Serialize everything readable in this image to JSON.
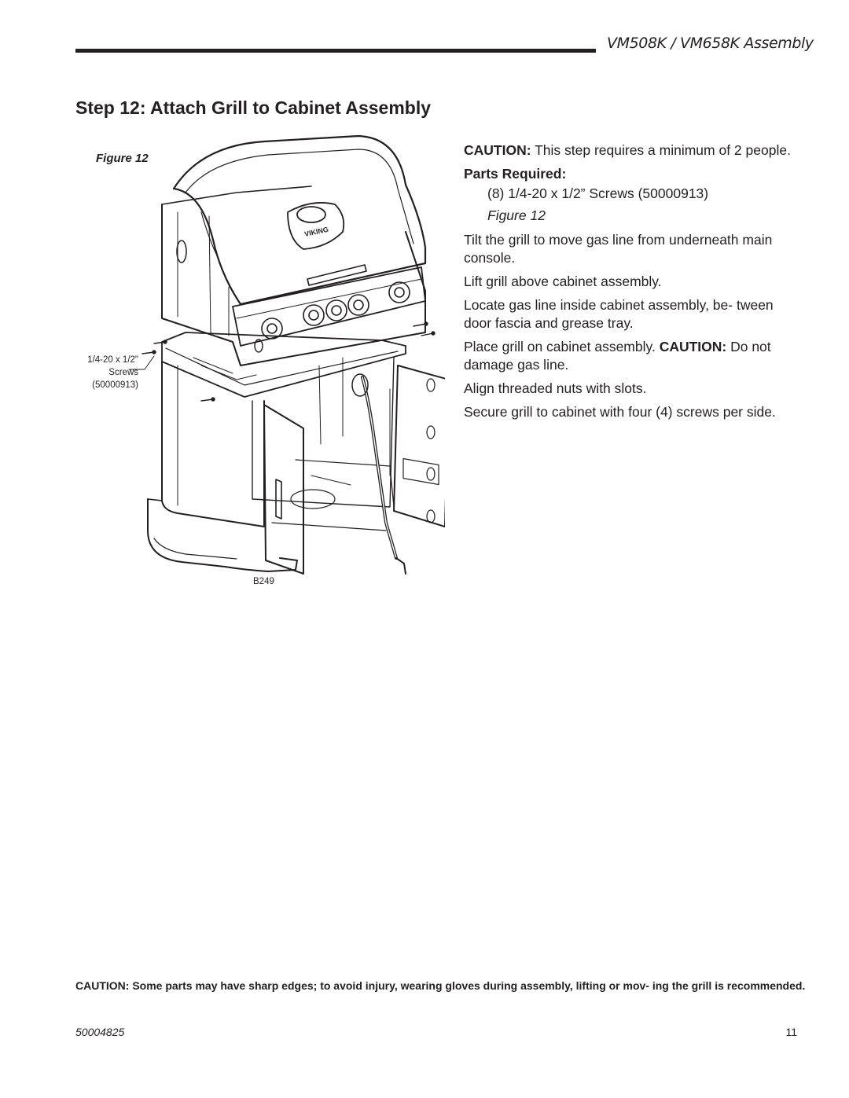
{
  "header": {
    "title": "VM508K / VM658K Assembly"
  },
  "step_title": "Step 12: Attach Grill to Cabinet Assembly",
  "figure": {
    "label": "Figure 12",
    "callout_line1": "1/4-20 x 1/2\"",
    "callout_line2": "Screws",
    "callout_line3": "(50000913)",
    "drawing_code": "B249",
    "badge_text": "VIKING"
  },
  "instructions": {
    "caution_label": "CAUTION:",
    "caution_text": " This step requires a minimum of 2 people.",
    "parts_heading": "Parts Required:",
    "parts_item": "(8) 1/4-20 x 1/2” Screws (50000913)",
    "figure_ref": "Figure 12",
    "step1": "Tilt the grill to move gas line from underneath main console.",
    "step2": "Lift grill above cabinet assembly.",
    "step3": "Locate gas line inside cabinet assembly, be- tween door fascia and grease tray.",
    "step4_text": "Place grill on cabinet assembly. ",
    "step4_caution_label": "CAUTION:",
    "step4_caution_text": " Do not damage gas line.",
    "step5": "Align threaded nuts with slots.",
    "step6": "Secure grill to cabinet with four (4) screws per side."
  },
  "bottom_caution": "CAUTION: Some parts may have sharp edges; to avoid injury, wearing gloves during assembly, lifting or mov- ing the grill is recommended.",
  "footer": {
    "doc_number": "50004825",
    "page_number": "11"
  }
}
